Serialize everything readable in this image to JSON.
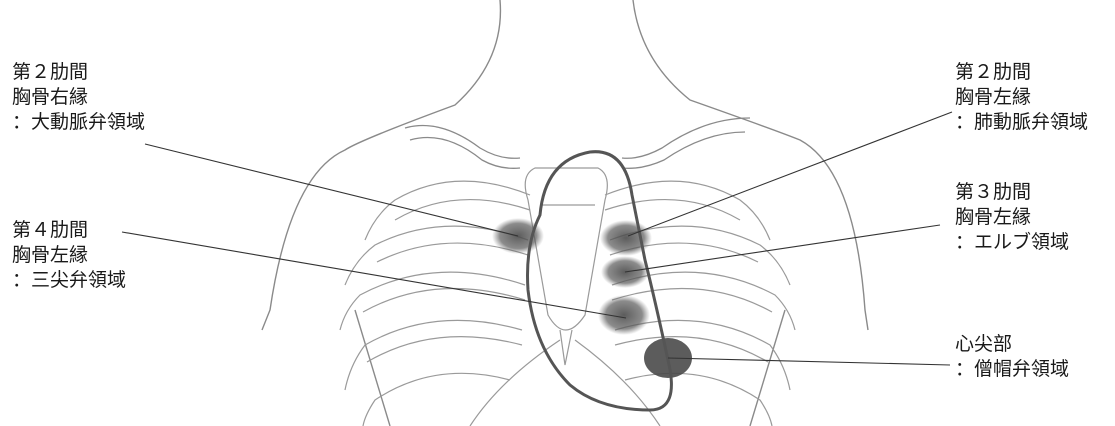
{
  "labels": {
    "aortic": {
      "line1": "第２肋間",
      "line2": "胸骨右縁",
      "line3": "：大動脈弁領域"
    },
    "tricuspid": {
      "line1": "第４肋間",
      "line2": "胸骨左縁",
      "line3": "：三尖弁領域"
    },
    "pulmonary": {
      "line1": "第２肋間",
      "line2": "胸骨左縁",
      "line3": "：肺動脈弁領域"
    },
    "erb": {
      "line1": "第３肋間",
      "line2": "胸骨左縁",
      "line3": "：エルブ領域"
    },
    "mitral": {
      "line1": "心尖部",
      "line2": "：僧帽弁領域"
    }
  },
  "colors": {
    "ink": "#1a1a1a",
    "outline": "#8a8a8a",
    "heart": "#555555",
    "spot": "#555555"
  }
}
